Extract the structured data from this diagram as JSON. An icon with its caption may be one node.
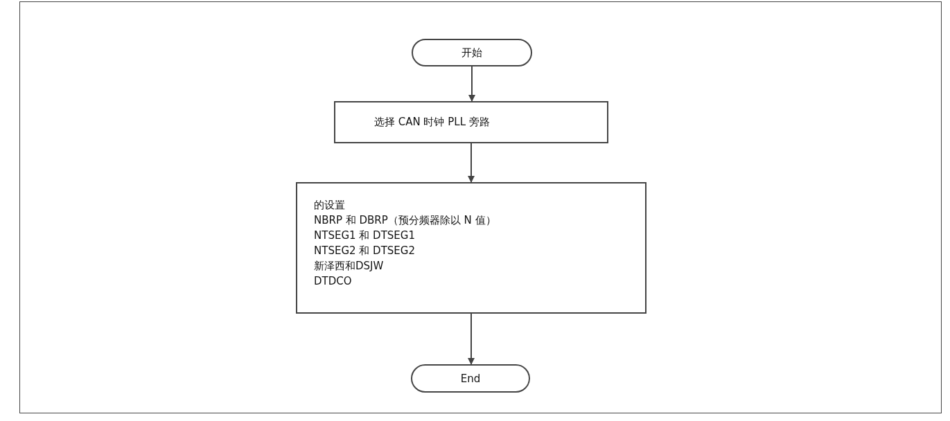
{
  "diagram": {
    "nodes": [
      {
        "text": [
          "开始"
        ]
      },
      {
        "text": [
          "选择 CAN 时钟 PLL 旁路"
        ]
      },
      {
        "text": [
          "的设置",
          "NBRP 和 DBRP（预分频器除以 N 值）",
          "NTSEG1 和 DTSEG1",
          "NTSEG2 和 DTSEG2",
          "新泽西和DSJW",
          "DTDCO"
        ]
      },
      {
        "text": [
          "End"
        ]
      }
    ],
    "edges": [
      {
        "from": 0,
        "to": 1,
        "arrow": "to"
      },
      {
        "from": 1,
        "to": 2,
        "arrow": "to"
      },
      {
        "from": 2,
        "to": 3,
        "arrow": "to"
      }
    ]
  }
}
